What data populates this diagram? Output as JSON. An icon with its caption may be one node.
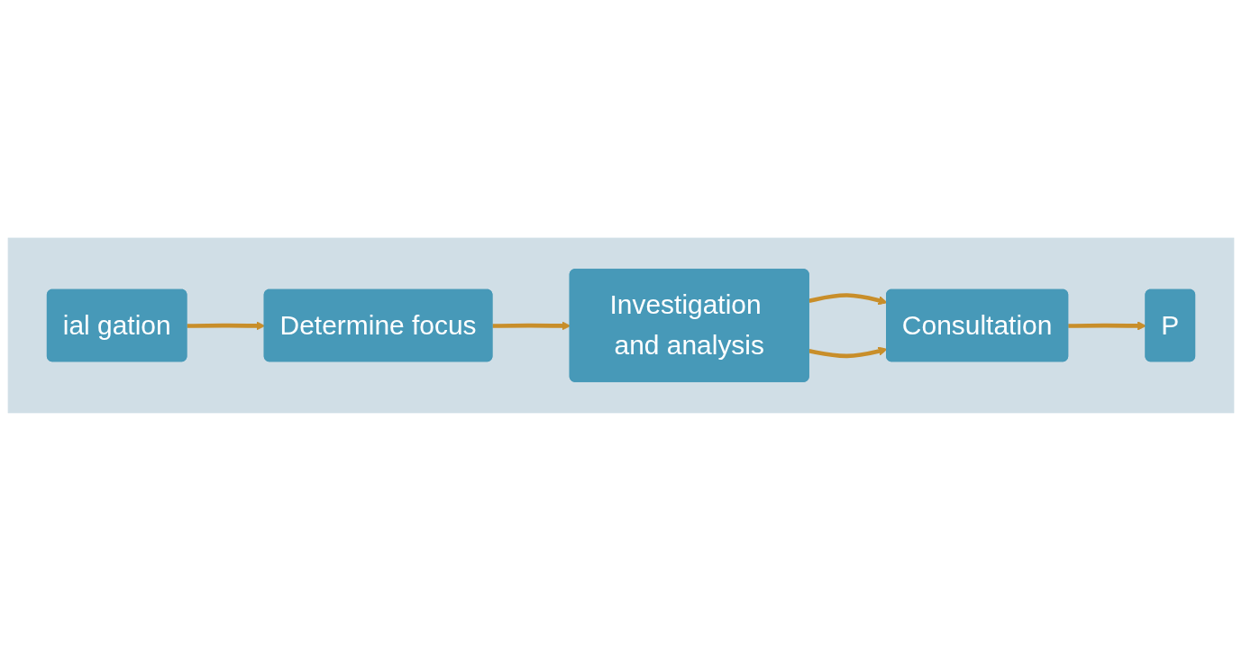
{
  "diagram": {
    "nodes": [
      {
        "text": [],
        "shape": "band"
      },
      {
        "text": [
          "ial gation"
        ],
        "in": 0
      },
      {
        "text": [
          "Determine focus"
        ],
        "in": 0
      },
      {
        "text": [
          "Investigation and analysis"
        ],
        "in": 0
      },
      {
        "text": [
          "Consultation"
        ],
        "in": 0
      },
      {
        "text": [
          "P"
        ],
        "in": 0
      }
    ],
    "edges": [
      {
        "from": 1,
        "to": 2,
        "arrow": "to"
      },
      {
        "from": 2,
        "to": 3,
        "arrow": "to"
      },
      {
        "from": 3,
        "to": 4,
        "arrow": "to"
      },
      {
        "from": 3,
        "to": 4,
        "arrow": "to"
      },
      {
        "from": 4,
        "to": 5,
        "arrow": "to"
      }
    ]
  }
}
